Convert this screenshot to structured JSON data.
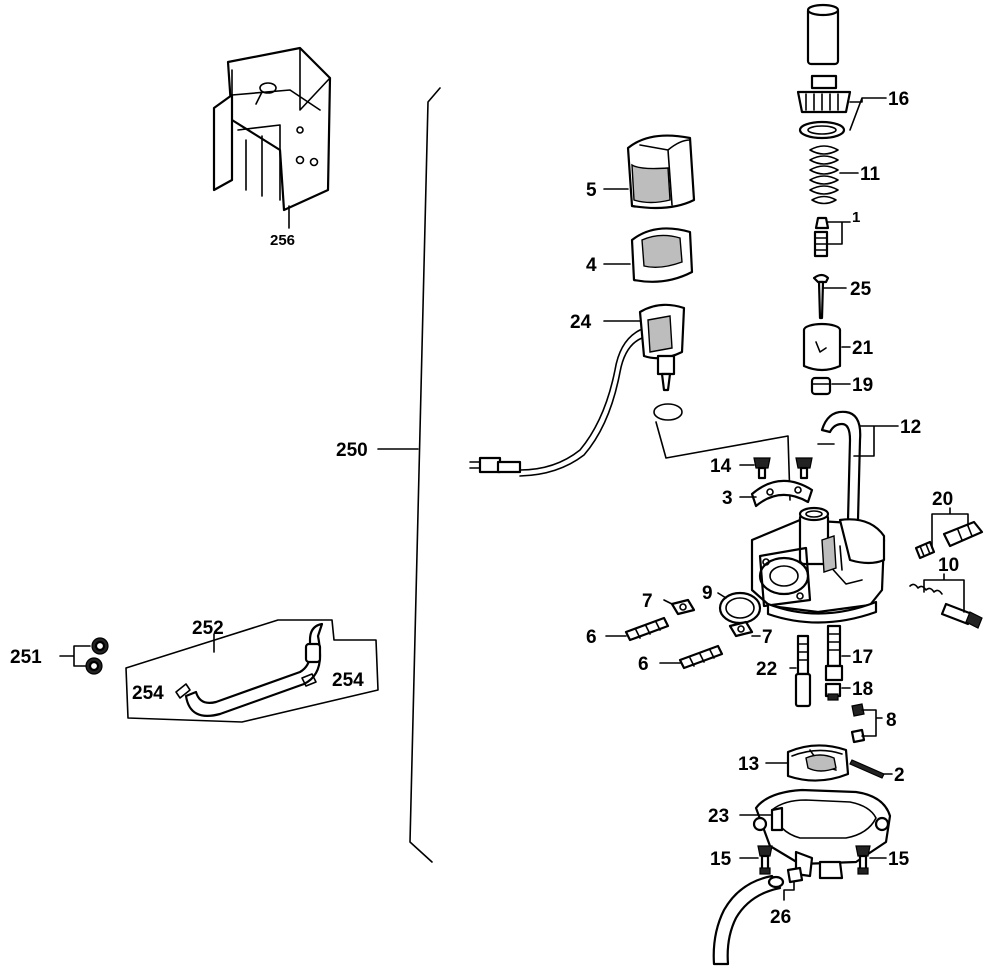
{
  "diagram": {
    "colors": {
      "ink": "#000000",
      "paper": "#ffffff",
      "shade": "#bdbdbd"
    },
    "callouts": {
      "c1": "1",
      "c2": "2",
      "c3": "3",
      "c4": "4",
      "c5": "5",
      "c6a": "6",
      "c6b": "6",
      "c7a": "7",
      "c7b": "7",
      "c8": "8",
      "c9": "9",
      "c10": "10",
      "c11": "11",
      "c12": "12",
      "c13": "13",
      "c14": "14",
      "c15a": "15",
      "c15b": "15",
      "c16": "16",
      "c17": "17",
      "c18": "18",
      "c19": "19",
      "c20": "20",
      "c21": "21",
      "c22": "22",
      "c23": "23",
      "c24": "24",
      "c25": "25",
      "c26": "26",
      "c250": "250",
      "c251": "251",
      "c252": "252",
      "c254a": "254",
      "c254b": "254",
      "c256": "256"
    }
  }
}
